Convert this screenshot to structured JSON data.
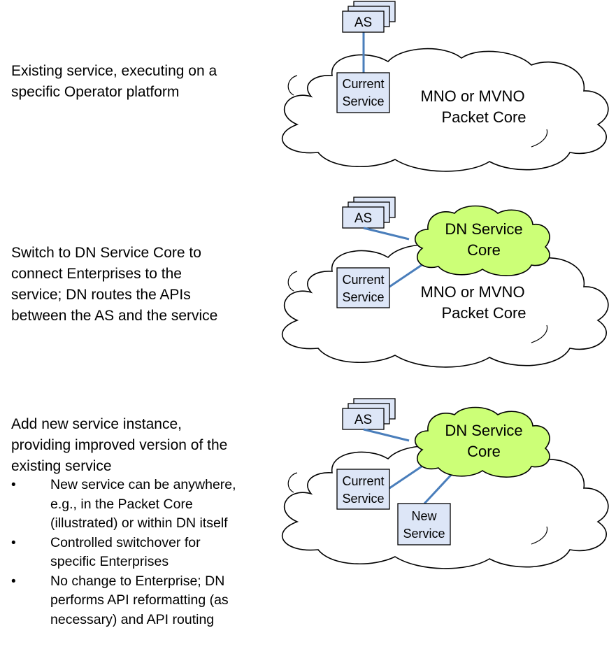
{
  "descriptions": [
    {
      "lines": [
        "Existing service, executing on a",
        "specific Operator platform"
      ]
    },
    {
      "lines": [
        "Switch to DN Service Core to",
        "connect Enterprises to the",
        "service; DN routes the APIs",
        "between the AS and the service"
      ]
    },
    {
      "lines": [
        "Add new service instance,",
        "providing improved version of the",
        "existing service"
      ]
    }
  ],
  "bullets": [
    {
      "lines": [
        "New service can be anywhere,",
        "e.g., in the Packet Core",
        "(illustrated) or within DN itself"
      ]
    },
    {
      "lines": [
        "Controlled switchover for",
        "specific Enterprises"
      ]
    },
    {
      "lines": [
        "No change to Enterprise; DN",
        "performs API reformatting (as",
        "necessary) and API routing"
      ]
    }
  ],
  "bullet_symbol": "•",
  "diagram": {
    "as_label": "AS",
    "current_service": [
      "Current",
      "Service"
    ],
    "new_service": [
      "New",
      "Service"
    ],
    "packet_core": [
      "MNO or MVNO",
      "Packet Core"
    ],
    "dn_core": [
      "DN Service",
      "Core"
    ]
  },
  "colors": {
    "box_fill": "#dde6f7",
    "dn_fill": "#ccff77",
    "link": "#4a7ebb",
    "stroke": "#000000"
  }
}
